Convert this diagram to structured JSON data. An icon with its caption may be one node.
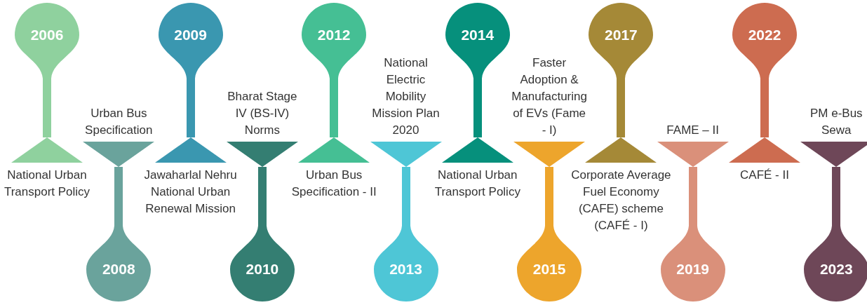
{
  "diagram": {
    "nodes": [
      {
        "text": [
          "2006",
          "National Urban Transport Policy"
        ]
      },
      {
        "text": [
          "Urban Bus Specification",
          "2008"
        ]
      },
      {
        "text": [
          "2009",
          "Jawaharlal Nehru National Urban Renewal Mission"
        ]
      },
      {
        "text": [
          "Bharat Stage IV (BS-IV) Norms",
          "2010"
        ]
      },
      {
        "text": [
          "2012",
          "Urban Bus Specification - II"
        ]
      },
      {
        "text": [
          "National Electric Mobility Mission Plan 2020",
          "2013"
        ]
      },
      {
        "text": [
          "2014",
          "National Urban Transport Policy"
        ]
      },
      {
        "text": [
          "Faster Adoption & Manufacturing of EVs (Fame - I)",
          "2015"
        ]
      },
      {
        "text": [
          "2017",
          "Corporate Average Fuel Economy (CAFE) scheme (CAFÉ - I)"
        ]
      },
      {
        "text": [
          "FAME – II",
          "2019"
        ]
      },
      {
        "text": [
          "2022",
          "CAFÉ - II"
        ]
      },
      {
        "text": [
          "PM e-Bus Sewa",
          "2023"
        ]
      }
    ]
  }
}
